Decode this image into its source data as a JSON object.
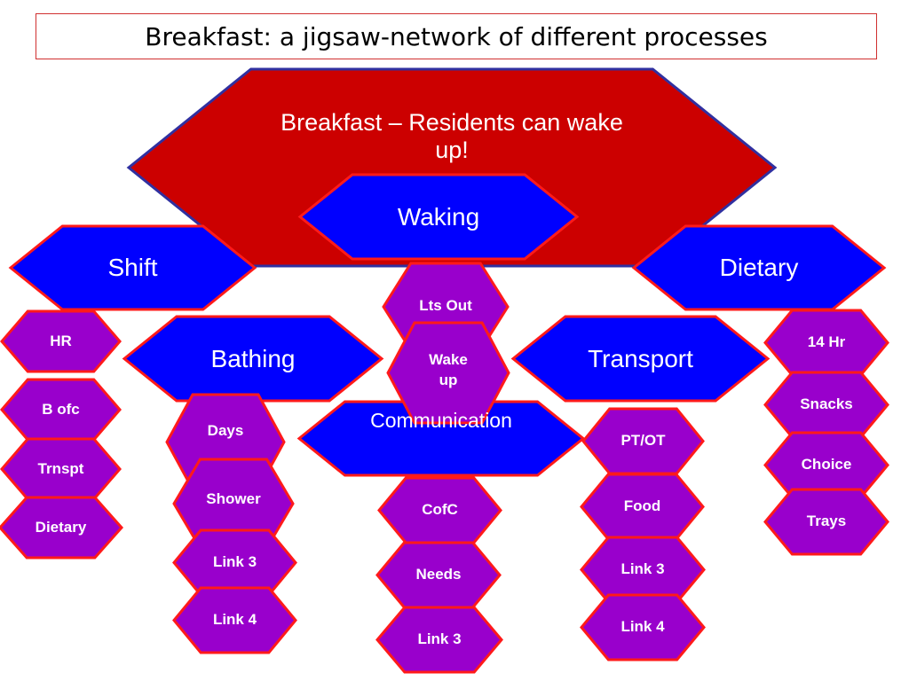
{
  "page": {
    "title": "Breakfast: a jigsaw-network of different processes"
  },
  "colors": {
    "red": "#cc0000",
    "blue": "#0000ff",
    "purple": "#9900cc",
    "outline": "#ff1a1a",
    "navy": "#3030a0"
  },
  "nodes": [
    {
      "id": "breakfast",
      "label": "Breakfast – Residents can wake up!"
    },
    {
      "id": "waking",
      "label": "Waking"
    },
    {
      "id": "shift",
      "label": "Shift"
    },
    {
      "id": "dietary-main",
      "label": "Dietary"
    },
    {
      "id": "bathing",
      "label": "Bathing"
    },
    {
      "id": "transport",
      "label": "Transport"
    },
    {
      "id": "communication",
      "label": "Communication"
    },
    {
      "id": "hr",
      "label": "HR"
    },
    {
      "id": "b-ofc",
      "label": "B ofc"
    },
    {
      "id": "trnspt",
      "label": "Trnspt"
    },
    {
      "id": "dietary-sub",
      "label": "Dietary"
    },
    {
      "id": "lts-out",
      "label": "Lts Out"
    },
    {
      "id": "wake-up",
      "label": "Wake up"
    },
    {
      "id": "days",
      "label": "Days"
    },
    {
      "id": "shower",
      "label": "Shower"
    },
    {
      "id": "link3-left",
      "label": "Link 3"
    },
    {
      "id": "link4-left",
      "label": "Link 4"
    },
    {
      "id": "cofc",
      "label": "CofC"
    },
    {
      "id": "needs",
      "label": "Needs"
    },
    {
      "id": "link3-center",
      "label": "Link 3"
    },
    {
      "id": "pt-ot",
      "label": "PT/OT"
    },
    {
      "id": "food",
      "label": "Food"
    },
    {
      "id": "link3-right",
      "label": "Link 3"
    },
    {
      "id": "link4-right",
      "label": "Link 4"
    },
    {
      "id": "14hr",
      "label": "14 Hr"
    },
    {
      "id": "snacks",
      "label": "Snacks"
    },
    {
      "id": "choice",
      "label": "Choice"
    },
    {
      "id": "trays",
      "label": "Trays"
    }
  ]
}
